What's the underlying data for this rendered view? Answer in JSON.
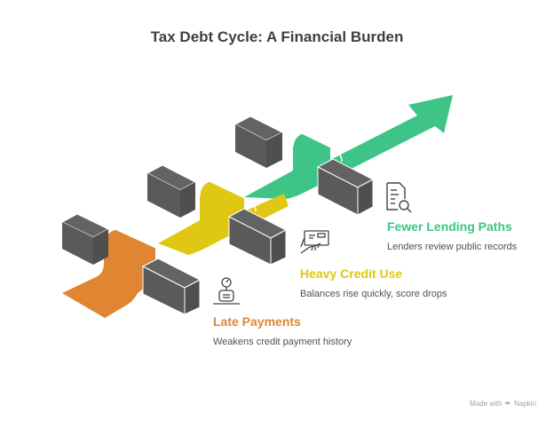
{
  "title": "Tax Debt Cycle: A Financial Burden",
  "steps": [
    {
      "title": "Late Payments",
      "description": "Weakens credit payment history",
      "color": "#E08532",
      "icon": "meter-icon"
    },
    {
      "title": "Heavy Credit Use",
      "description": "Balances rise quickly, score drops",
      "color": "#E0C714",
      "icon": "credit-card-icon"
    },
    {
      "title": "Fewer Lending Paths",
      "description": "Lenders review public records",
      "color": "#3DC486",
      "icon": "document-search-icon"
    }
  ],
  "colors": {
    "bar": "#636363",
    "bar_edge": "#ffffff",
    "title": "#3f3f3f",
    "text": "#505050"
  },
  "footer": {
    "made_with": "Made with",
    "brand": "Napkin"
  }
}
